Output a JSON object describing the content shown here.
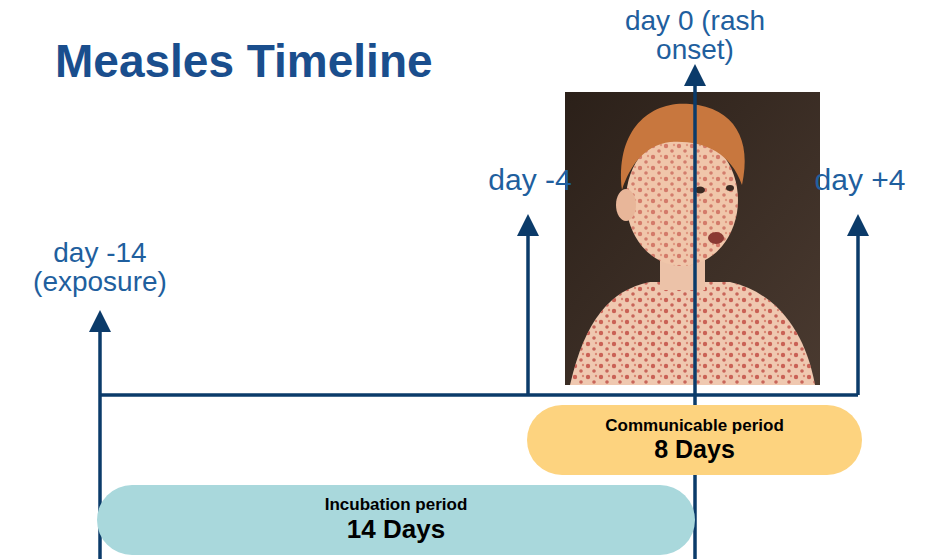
{
  "diagram": {
    "title": "Measles Timeline",
    "nodes": [
      {
        "text": [
          "Communicable period",
          "8 Days"
        ]
      },
      {
        "text": [
          "Incubation period",
          "14 Days"
        ]
      }
    ],
    "labels": [
      "day 0 (rash onset)",
      "day -4",
      "day +4",
      "day -14 (exposure)"
    ]
  }
}
